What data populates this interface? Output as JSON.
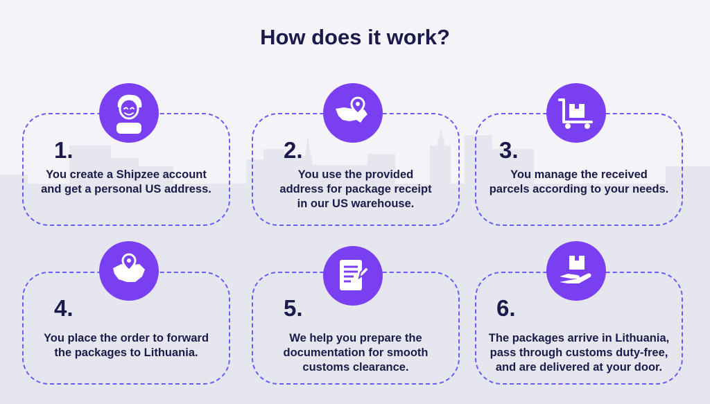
{
  "title": "How does it work?",
  "accent_color": "#7b3ff2",
  "steps": [
    {
      "number": "1.",
      "text": "You create a Shipzee account\nand get a personal US address.",
      "icon": "person-icon"
    },
    {
      "number": "2.",
      "text": "You use the provided\naddress for package  receipt\nin our US warehouse.",
      "icon": "us-map-pin-icon"
    },
    {
      "number": "3.",
      "text": "You manage the received\nparcels according to your needs.",
      "icon": "cart-box-icon"
    },
    {
      "number": "4.",
      "text": "You place the order to forward\nthe packages to Lithuania.",
      "icon": "lithuania-map-pin-icon"
    },
    {
      "number": "5.",
      "text": "We help you prepare the\ndocumentation for smooth\ncustoms clearance.",
      "icon": "document-pen-icon"
    },
    {
      "number": "6.",
      "text": "The packages arrive in Lithuania,\npass through customs duty-free,\nand are delivered at your door.",
      "icon": "hand-box-icon"
    }
  ]
}
